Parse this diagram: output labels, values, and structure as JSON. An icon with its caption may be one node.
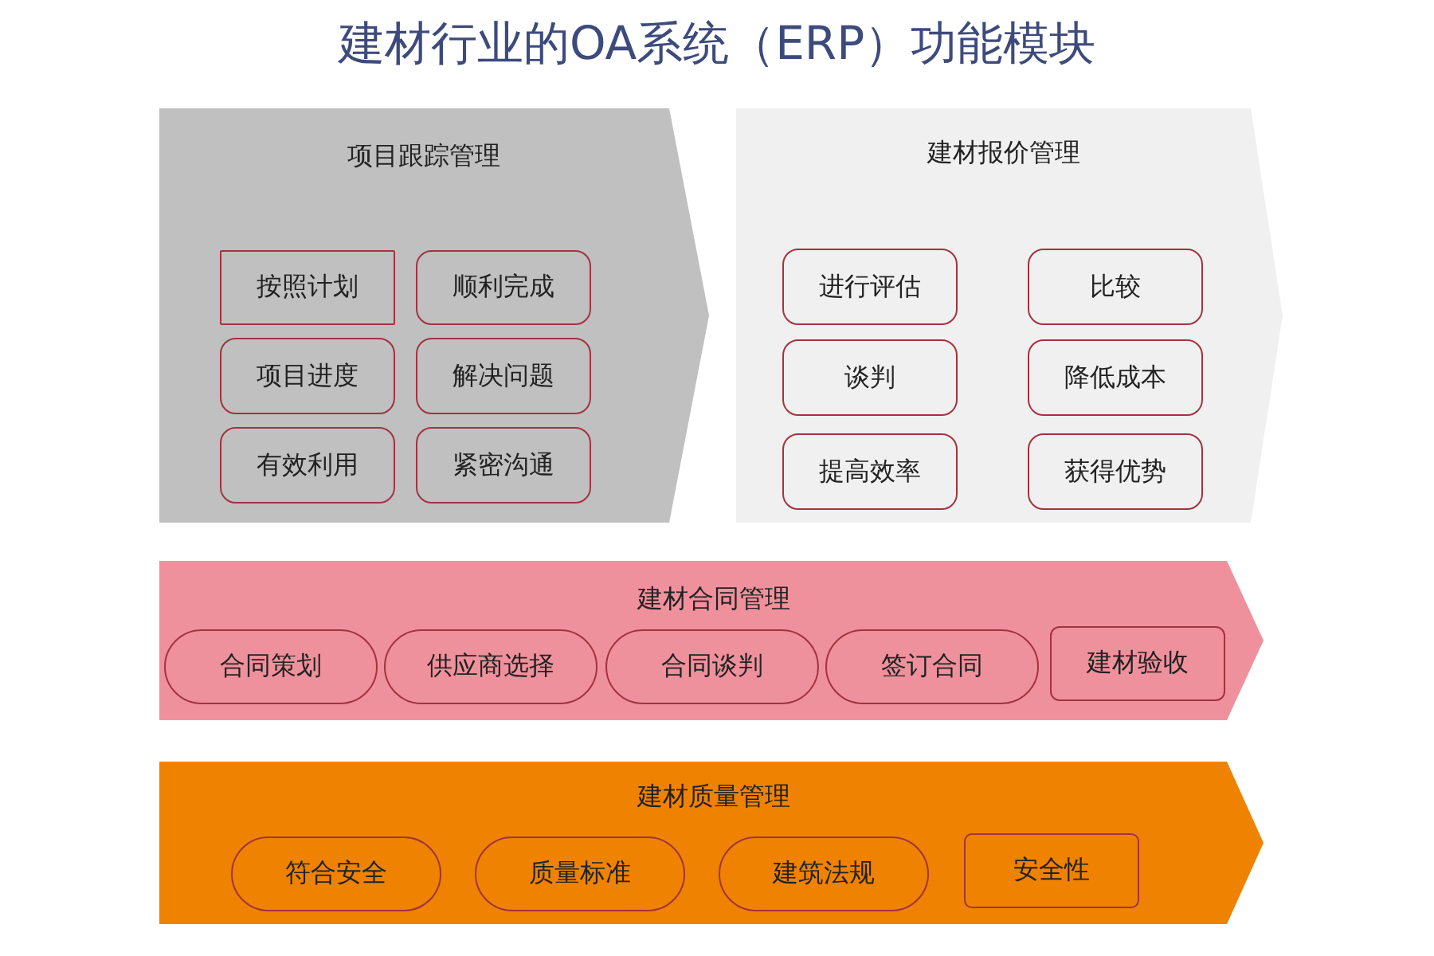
{
  "diagram": {
    "title": "建材行业的OA系统（ERP）功能模块",
    "nodes": [
      {
        "text": [
          "项目跟踪管理"
        ]
      },
      {
        "text": [
          "按照计划"
        ],
        "in": 0
      },
      {
        "text": [
          "顺利完成"
        ],
        "in": 0
      },
      {
        "text": [
          "项目进度"
        ],
        "in": 0
      },
      {
        "text": [
          "解决问题"
        ],
        "in": 0
      },
      {
        "text": [
          "有效利用"
        ],
        "in": 0
      },
      {
        "text": [
          "紧密沟通"
        ],
        "in": 0
      },
      {
        "text": [
          "建材报价管理"
        ]
      },
      {
        "text": [
          "进行评估"
        ],
        "in": 7
      },
      {
        "text": [
          "比较"
        ],
        "in": 7
      },
      {
        "text": [
          "谈判"
        ],
        "in": 7
      },
      {
        "text": [
          "降低成本"
        ],
        "in": 7
      },
      {
        "text": [
          "提高效率"
        ],
        "in": 7
      },
      {
        "text": [
          "获得优势"
        ],
        "in": 7
      },
      {
        "text": [
          "建材合同管理"
        ]
      },
      {
        "text": [
          "合同策划"
        ],
        "in": 14
      },
      {
        "text": [
          "供应商选择"
        ],
        "in": 14
      },
      {
        "text": [
          "合同谈判"
        ],
        "in": 14
      },
      {
        "text": [
          "签订合同"
        ],
        "in": 14
      },
      {
        "text": [
          "建材验收"
        ],
        "in": 14
      },
      {
        "text": [
          "建材质量管理"
        ]
      },
      {
        "text": [
          "符合安全"
        ],
        "in": 20
      },
      {
        "text": [
          "质量标准"
        ],
        "in": 20
      },
      {
        "text": [
          "建筑法规"
        ],
        "in": 20
      },
      {
        "text": [
          "安全性"
        ],
        "in": 20
      }
    ]
  }
}
